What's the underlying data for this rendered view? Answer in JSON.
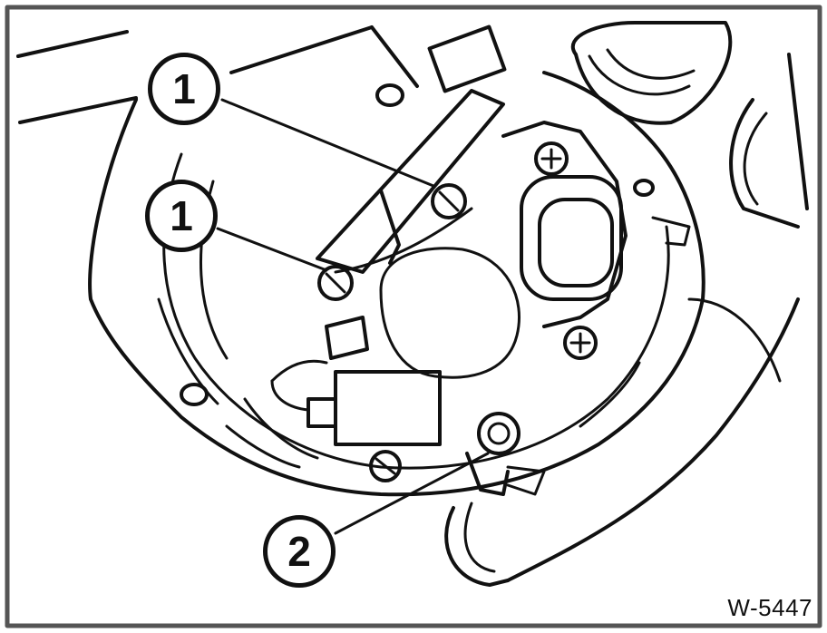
{
  "figure": {
    "reference_code": "W-5447",
    "callouts": [
      {
        "id": "1a",
        "label": "1"
      },
      {
        "id": "1b",
        "label": "1"
      },
      {
        "id": "2",
        "label": "2"
      }
    ]
  },
  "colors": {
    "ink": "#111111",
    "frame": "#555555",
    "paper": "#ffffff",
    "shade": "#e6e6e6"
  }
}
